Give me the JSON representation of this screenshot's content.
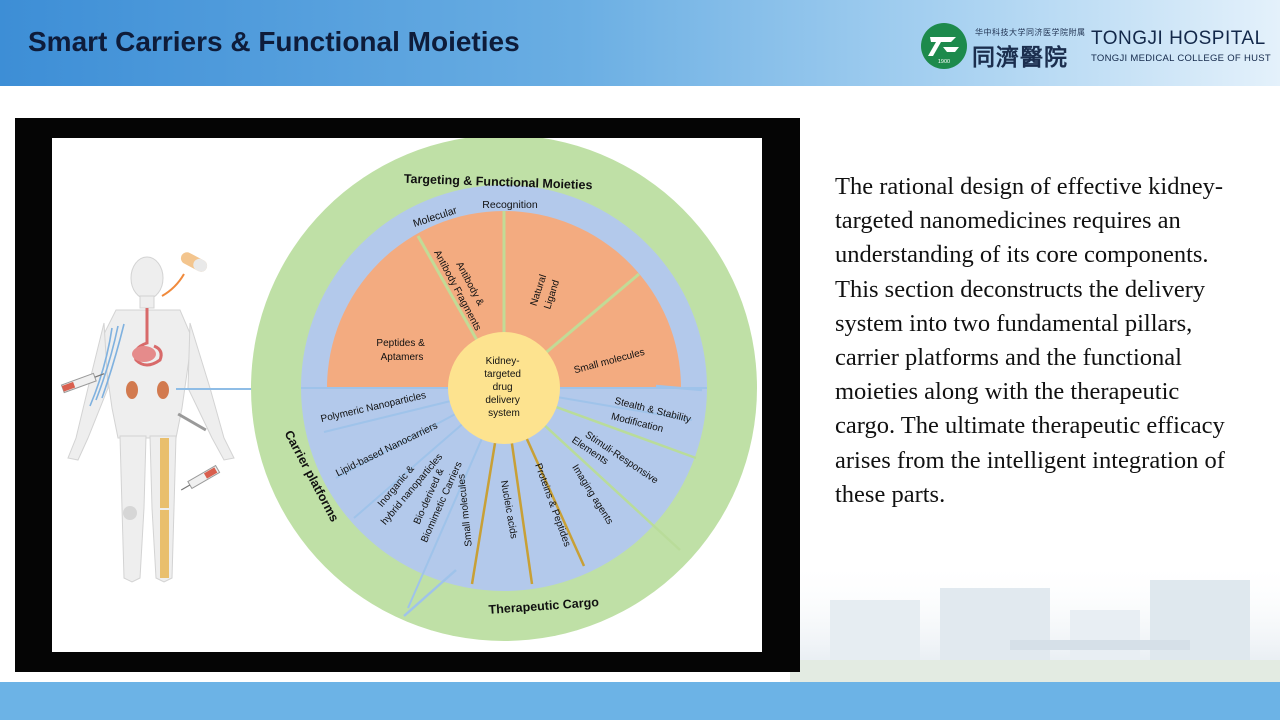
{
  "header": {
    "title": "Smart Carriers & Functional Moieties",
    "logo": {
      "small_cn": "华中科技大学同济医学院附属",
      "name_cn": "同濟醫院",
      "name_en": "TONGJI HOSPITAL",
      "subtitle_en": "TONGJI MEDICAL COLLEGE OF HUST",
      "emblem_text": "1900"
    }
  },
  "diagram": {
    "center_label": [
      "Kidney-",
      "targeted",
      "drug",
      "delivery",
      "system"
    ],
    "outer_sections": {
      "targeting": "Targeting & Functional Moieties",
      "carrier": "Carrier platforms",
      "cargo": "Therapeutic Cargo"
    },
    "recognition_header": [
      "Molecular",
      "Recognition"
    ],
    "recognition_items": {
      "peptides": [
        "Peptides &",
        "Aptamers"
      ],
      "antibody": [
        "Antibody &",
        "Antibody Fragments"
      ],
      "ligand": [
        "Natural",
        "Ligand"
      ],
      "small": "Small molecules"
    },
    "functional_items": {
      "stealth": [
        "Stealth & Stability",
        "Modification"
      ],
      "stimuli": [
        "Stimuli-Responsive",
        "Elements"
      ],
      "imaging": "Imaging agents"
    },
    "cargo_items": {
      "proteins": "Proteins & Peptides",
      "nucleic": "Nucleic acids",
      "small": "Small molecules"
    },
    "carrier_items": {
      "polymeric": "Polymeric Nanoparticles",
      "lipid": "Lipid-based Nanocarriers",
      "inorganic": [
        "Inorganic &",
        "hybrid nanoparticles"
      ],
      "bio": [
        "Bio-derived &",
        "Biomimetic Carriers"
      ]
    },
    "colors": {
      "outer_ring": "#bfe0a6",
      "inner_ring": "#b3c9eb",
      "recognition_fill": "#f3ab80",
      "center_fill": "#fde38f",
      "body_fill": "#eeeeee",
      "vessel_color": "#7fb1df",
      "arrow_color": "#8fbde6"
    }
  },
  "description": "The rational design of effective kidney-targeted nanomedicines requires an understanding of its core components. This section deconstructs the delivery system into two fundamental pillars, carrier platforms and the functional moieties along with the therapeutic cargo. The ultimate therapeutic efficacy arises from the intelligent integration of these parts."
}
